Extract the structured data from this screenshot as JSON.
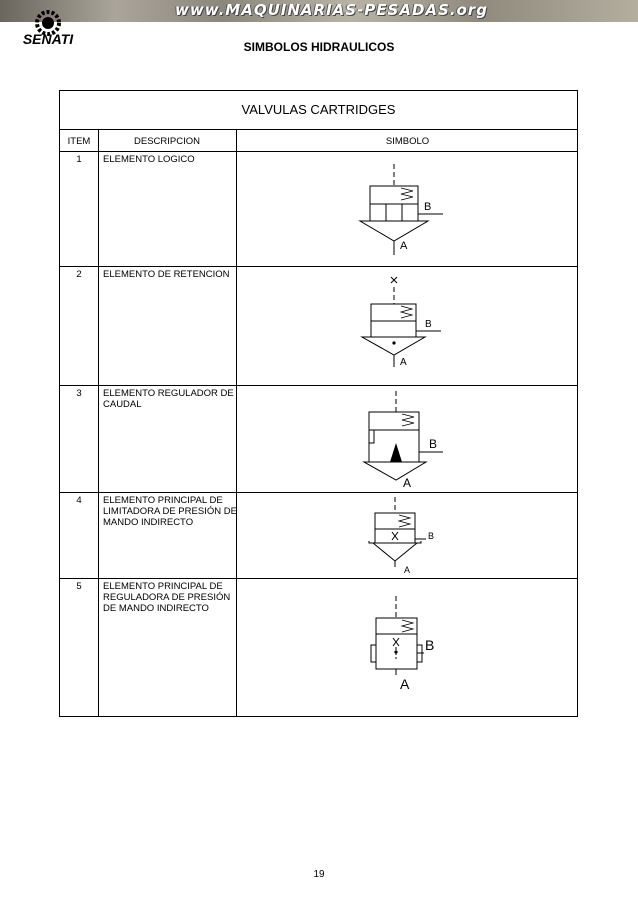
{
  "banner": {
    "text": "www.MAQUINARIAS-PESADAS.org"
  },
  "logo": {
    "text": "SENATI"
  },
  "document": {
    "title": "SIMBOLOS HIDRAULICOS",
    "page_number": "19"
  },
  "table": {
    "title": "VALVULAS CARTRIDGES",
    "headers": {
      "item": "ITEM",
      "description": "DESCRIPCION",
      "symbol": "SIMBOLO"
    },
    "rows": [
      {
        "item": "1",
        "description": "ELEMENTO LOGICO",
        "port_b": "B",
        "port_a": "A"
      },
      {
        "item": "2",
        "description": "ELEMENTO DE RETENCION",
        "port_b": "B",
        "port_a": "A"
      },
      {
        "item": "3",
        "description": "ELEMENTO REGULADOR DE CAUDAL",
        "port_b": "B",
        "port_a": "A"
      },
      {
        "item": "4",
        "description": "ELEMENTO PRINCIPAL DE LIMITADORA DE PRESIÓN DE MANDO INDIRECTO",
        "port_b": "B",
        "port_a": "A"
      },
      {
        "item": "5",
        "description": "ELEMENTO PRINCIPAL DE REGULADORA  DE PRESIÓN DE MANDO INDIRECTO",
        "port_b": "B",
        "port_a": "A"
      }
    ]
  }
}
